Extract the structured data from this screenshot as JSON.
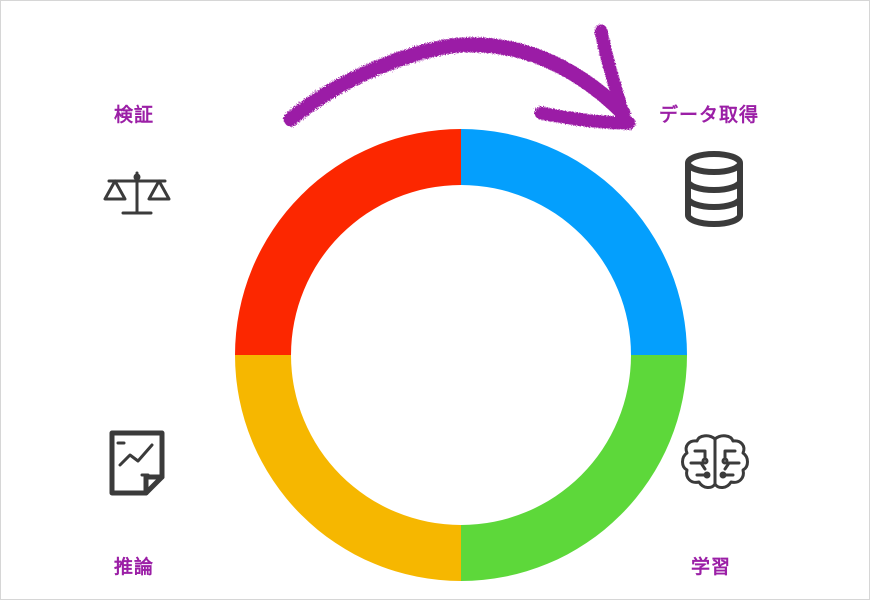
{
  "accent_color": "#9b1fa6",
  "icon_color": "#3b3b3b",
  "cycle": {
    "stages": [
      {
        "label": "データ取得",
        "icon": "database-icon",
        "color": "#049ffd"
      },
      {
        "label": "学習",
        "icon": "brain-icon",
        "color": "#5dd83a"
      },
      {
        "label": "推論",
        "icon": "chart-document-icon",
        "color": "#f6b700"
      },
      {
        "label": "検証",
        "icon": "balance-scale-icon",
        "color": "#fc2700"
      }
    ],
    "direction": "clockwise"
  }
}
